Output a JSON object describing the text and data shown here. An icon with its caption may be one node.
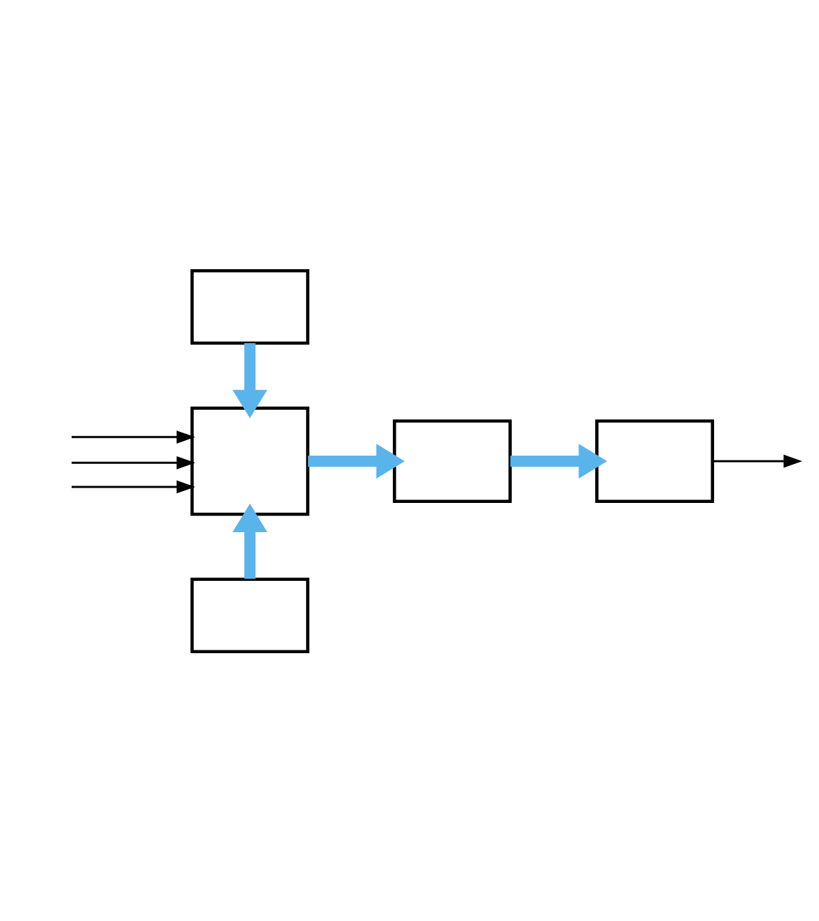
{
  "diagram": {
    "nodes": [
      {
        "text": [],
        "shape": "box"
      },
      {
        "text": [],
        "shape": "box"
      },
      {
        "text": [],
        "shape": "box"
      },
      {
        "text": [],
        "shape": "box"
      },
      {
        "text": [],
        "shape": "box"
      }
    ],
    "edges": [
      {
        "from": 0,
        "to": 1,
        "arrow": "to",
        "style": "thick",
        "color": "#5ab4ec"
      },
      {
        "from": 2,
        "to": 1,
        "arrow": "to",
        "style": "thick",
        "color": "#5ab4ec"
      },
      {
        "from": null,
        "to": 1,
        "arrow": "to",
        "color": "#000000"
      },
      {
        "from": null,
        "to": 1,
        "arrow": "to",
        "color": "#000000"
      },
      {
        "from": null,
        "to": 1,
        "arrow": "to",
        "color": "#000000"
      },
      {
        "from": 1,
        "to": 3,
        "arrow": "to",
        "style": "thick",
        "color": "#5ab4ec"
      },
      {
        "from": 3,
        "to": 4,
        "arrow": "to",
        "style": "thick",
        "color": "#5ab4ec"
      },
      {
        "from": 4,
        "to": null,
        "arrow": "to",
        "color": "#000000"
      }
    ]
  }
}
